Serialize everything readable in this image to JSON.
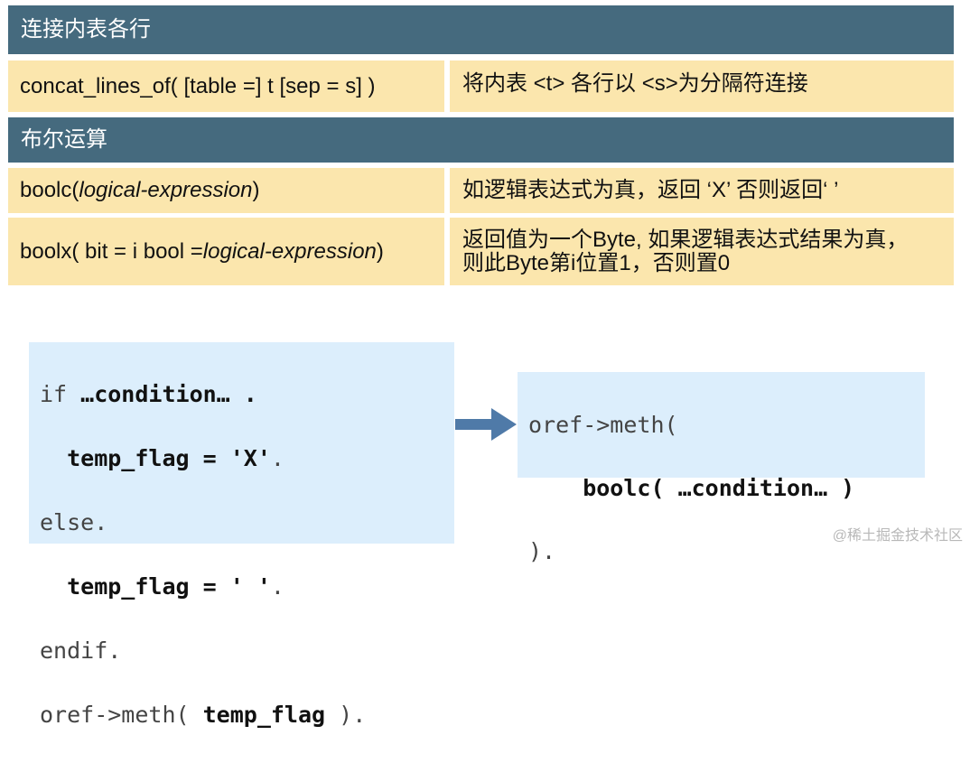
{
  "sections": [
    {
      "header": "连接内表各行",
      "rows": [
        {
          "left": {
            "code": "concat_lines_of( [table =] t [sep = s] )"
          },
          "right": "将内表 <t> 各行以 <s>为分隔符连接"
        }
      ]
    },
    {
      "header": "布尔运算",
      "rows": [
        {
          "left": {
            "pre": "boolc( ",
            "arg": "logical-expression",
            "post": " )"
          },
          "right": "如逻辑表达式为真，返回 ‘X’ 否则返回‘ ’"
        },
        {
          "left": {
            "pre": "boolx( bit = i bool = ",
            "arg": "logical-expression",
            "post": " )"
          },
          "right_line1": "返回值为一个Byte, 如果逻辑表达式结果为真，",
          "right_line2": "则此Byte第i位置1，否则置0"
        }
      ]
    }
  ],
  "code_left": {
    "l1_kw": "if ",
    "l1_b": "…condition…",
    "l1_tail": " .",
    "l2_b": "  temp_flag = 'X'",
    "l2_tail": ".",
    "l3_kw": "else.",
    "l4_b": "  temp_flag = ' '",
    "l4_tail": ".",
    "l5_kw": "endif.",
    "l6_kw": "oref->meth( ",
    "l6_b": "temp_flag",
    "l6_tail": " )."
  },
  "code_right": {
    "l1_kw": "oref->meth(",
    "l2_b": "    boolc( …condition… )",
    "l3_kw": ")."
  },
  "arrow_color": "#4f7aa8",
  "watermark": "@稀土掘金技术社区"
}
